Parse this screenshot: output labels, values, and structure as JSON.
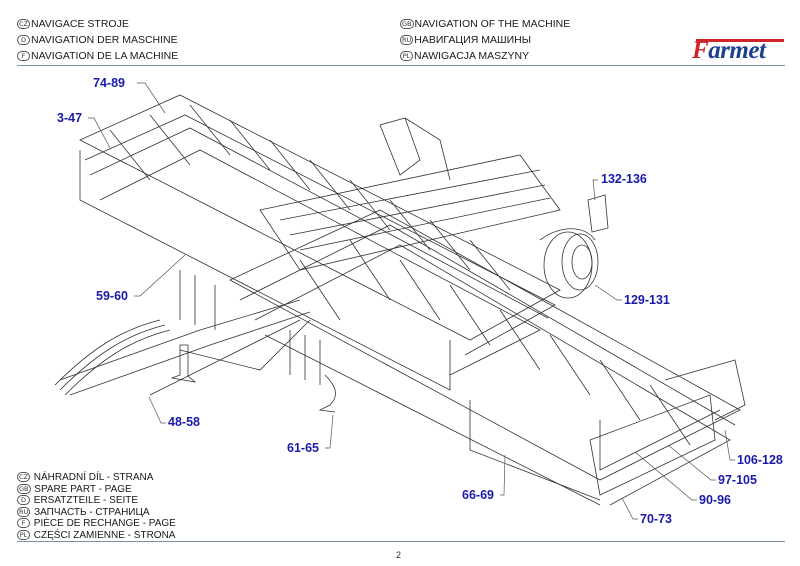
{
  "header": {
    "left": [
      {
        "lang": "CZ",
        "text": "NAVIGACE STROJE"
      },
      {
        "lang": "D",
        "text": "NAVIGATION DER MASCHINE"
      },
      {
        "lang": "F",
        "text": "NAVIGATION DE LA MACHINE"
      }
    ],
    "right": [
      {
        "lang": "GB",
        "text": "NAVIGATION OF THE MACHINE"
      },
      {
        "lang": "RU",
        "text": "НАВИГАЦИЯ МАШИНЫ"
      },
      {
        "lang": "PL",
        "text": "NAWIGACJA MASZYNY"
      }
    ],
    "logo": {
      "first_letter": "F",
      "rest": "armet",
      "icon": "farmet-logo"
    }
  },
  "drawing": {
    "description": "Isometric line drawing of a Farmet folding cultivator machine",
    "callouts": [
      {
        "id": "74-89",
        "label": "74-89"
      },
      {
        "id": "3-47",
        "label": "3-47"
      },
      {
        "id": "132-136",
        "label": "132-136"
      },
      {
        "id": "59-60",
        "label": "59-60"
      },
      {
        "id": "129-131",
        "label": "129-131"
      },
      {
        "id": "48-58",
        "label": "48-58"
      },
      {
        "id": "61-65",
        "label": "61-65"
      },
      {
        "id": "106-128",
        "label": "106-128"
      },
      {
        "id": "97-105",
        "label": "97-105"
      },
      {
        "id": "66-69",
        "label": "66-69"
      },
      {
        "id": "90-96",
        "label": "90-96"
      },
      {
        "id": "70-73",
        "label": "70-73"
      }
    ],
    "colors": {
      "callout": "#1a1aaa",
      "logo_red": "#d1232a",
      "logo_blue": "#1f3f8f",
      "rule": "#7a8fa6"
    }
  },
  "footer": {
    "legend": [
      {
        "lang": "CZ",
        "text": "NÁHRADNÍ DÍL - STRANA"
      },
      {
        "lang": "GB",
        "text": "SPARE PART - PAGE"
      },
      {
        "lang": "D",
        "text": "ERSATZTEILE - SEITE"
      },
      {
        "lang": "RU",
        "text": "ЗАПЧАСТЬ - СТРАНИЦА"
      },
      {
        "lang": "F",
        "text": "PIÈCE DE RECHANGE - PAGE"
      },
      {
        "lang": "PL",
        "text": "CZĘŚCI ZAMIENNE - STRONA"
      }
    ],
    "page_number": "2"
  }
}
